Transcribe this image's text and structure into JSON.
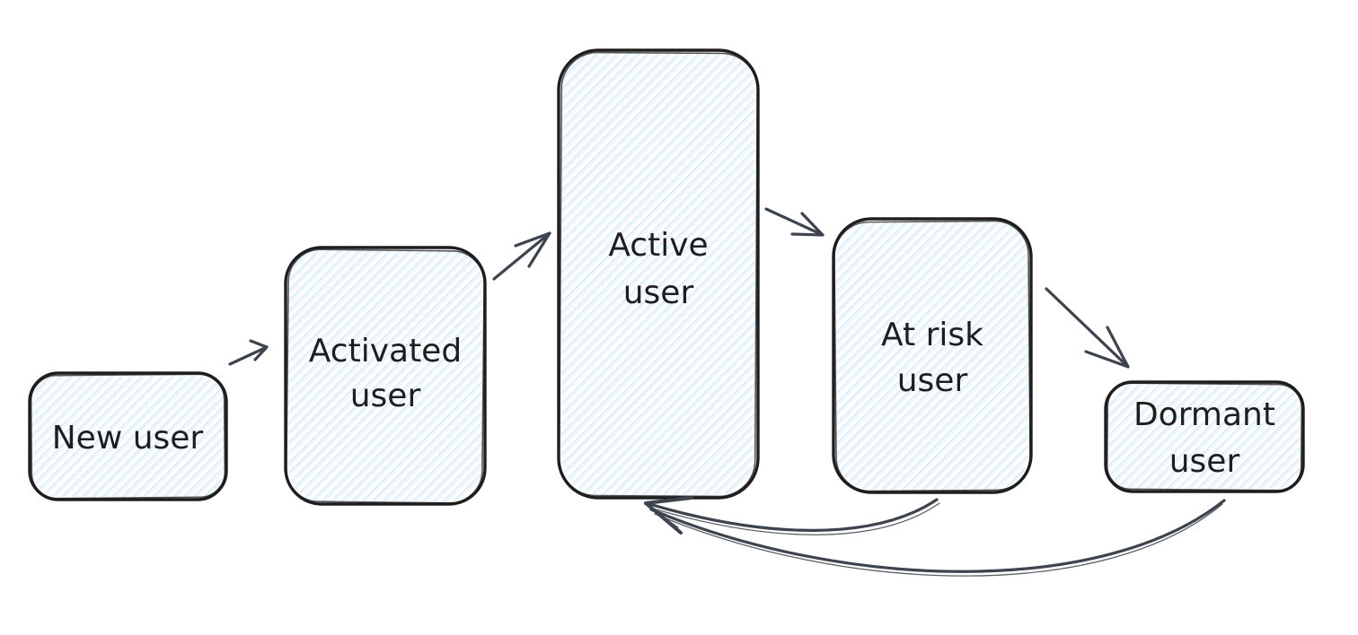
{
  "canvas": {
    "background": "#ffffff"
  },
  "palette": {
    "box_stroke": "#1e1e1e",
    "hatch_color": "#a5d8ff",
    "arrow_color": "#3d444e",
    "text_color": "#1e1e1e"
  },
  "diagram": {
    "nodes": [
      {
        "id": "new-user",
        "label": "New user",
        "lines": [
          "New user"
        ]
      },
      {
        "id": "activated-user",
        "label": "Activated user",
        "lines": [
          "Activated",
          "user"
        ]
      },
      {
        "id": "active-user",
        "label": "Active user",
        "lines": [
          "Active",
          "user"
        ]
      },
      {
        "id": "at-risk-user",
        "label": "At risk user",
        "lines": [
          "At risk",
          "user"
        ]
      },
      {
        "id": "dormant-user",
        "label": "Dormant user",
        "lines": [
          "Dormant",
          "user"
        ]
      }
    ],
    "edges": [
      {
        "from": "New user",
        "to": "Activated user",
        "shape": "straight"
      },
      {
        "from": "Activated user",
        "to": "Active user",
        "shape": "straight"
      },
      {
        "from": "Active user",
        "to": "At risk user",
        "shape": "straight"
      },
      {
        "from": "At risk user",
        "to": "Dormant user",
        "shape": "straight"
      },
      {
        "from": "At risk user",
        "to": "Active user",
        "shape": "curved"
      },
      {
        "from": "Dormant user",
        "to": "Active user",
        "shape": "curved"
      }
    ]
  }
}
